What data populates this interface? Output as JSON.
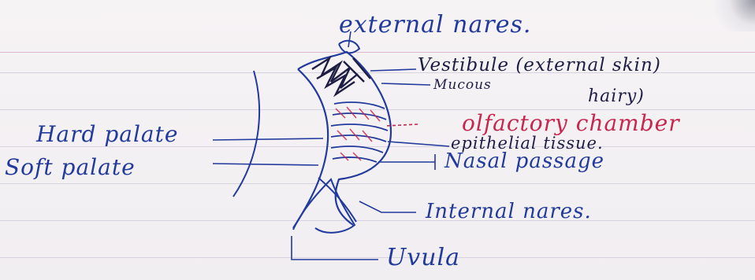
{
  "diagram": {
    "labels": {
      "external_nares": "external nares.",
      "vestibule": "Vestibule (external skin)",
      "mucous": "Mucous",
      "hairy": "hairy)",
      "olfactory_chamber": "olfactory chamber",
      "epithelial_tissue": "epithelial tissue.",
      "hard_palate": "Hard palate",
      "soft_palate": "Soft palate",
      "nasal_passage": "Nasal passage",
      "internal_nares": "Internal nares.",
      "uvula": "Uvula"
    },
    "colors": {
      "ink_blue": "#213a9c",
      "ink_pink": "#c8264f",
      "ink_dark": "#1e1e44",
      "paper": "#f4f1f3",
      "rule_line": "#c9c4d8",
      "margin_line": "#d9a6c4"
    }
  }
}
